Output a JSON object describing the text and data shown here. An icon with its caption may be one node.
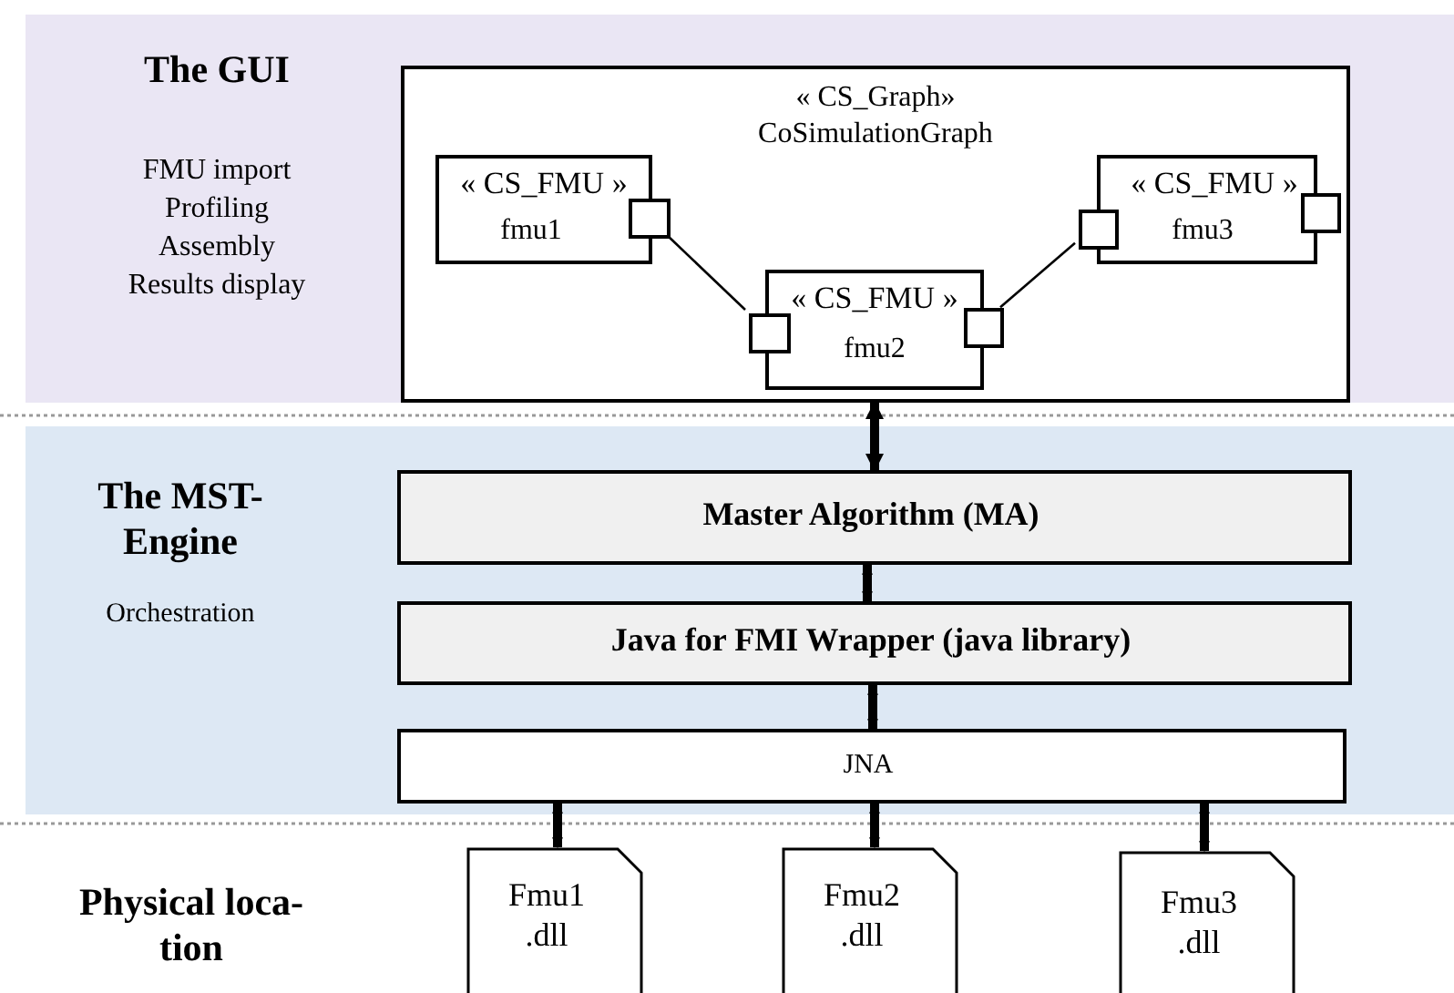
{
  "diagram": {
    "nodes": [
      {
        "text": [
          "The GUI",
          "FMU import",
          "Profiling",
          "Assembly",
          "Results display"
        ]
      },
      {
        "text": [
          "« CS_Graph»",
          "CoSimulationGraph"
        ],
        "in": 0
      },
      {
        "text": [
          "« CS_FMU »",
          "fmu1"
        ],
        "in": 1
      },
      {
        "text": [
          "« CS_FMU »",
          "fmu3"
        ],
        "in": 1
      },
      {
        "text": [
          "« CS_FMU »",
          "fmu2"
        ],
        "in": 1
      },
      {
        "text": [],
        "shape": "box",
        "in": 1
      },
      {
        "text": [],
        "shape": "box",
        "in": 1
      },
      {
        "text": [],
        "shape": "box",
        "in": 1
      },
      {
        "text": [],
        "shape": "box",
        "in": 1
      },
      {
        "text": [],
        "shape": "box",
        "in": 1
      },
      {
        "text": [
          "The MST- Engine",
          "Orchestration"
        ]
      },
      {
        "text": [
          "Master Algorithm (MA)"
        ],
        "in": 10
      },
      {
        "text": [
          "Java for FMI Wrapper (java library)"
        ],
        "in": 10
      },
      {
        "text": [
          "JNA"
        ],
        "in": 10
      },
      {
        "text": [
          "Fmu1 .dll"
        ]
      },
      {
        "text": [
          "Fmu2 .dll"
        ]
      },
      {
        "text": [
          "Fmu3 .dll"
        ]
      }
    ],
    "edges": [
      {
        "from": 5,
        "to": 6,
        "arrow": "none"
      },
      {
        "from": 7,
        "to": 8,
        "arrow": "none"
      },
      {
        "from": 1,
        "to": 11,
        "arrow": "both"
      },
      {
        "from": 11,
        "to": 12,
        "arrow": "both"
      },
      {
        "from": 12,
        "to": 13,
        "arrow": "both"
      },
      {
        "from": 13,
        "to": 14,
        "arrow": "both"
      },
      {
        "from": 13,
        "to": 15,
        "arrow": "both"
      },
      {
        "from": 13,
        "to": 16,
        "arrow": "both"
      }
    ],
    "labels": [
      "Physical loca- tion"
    ]
  }
}
